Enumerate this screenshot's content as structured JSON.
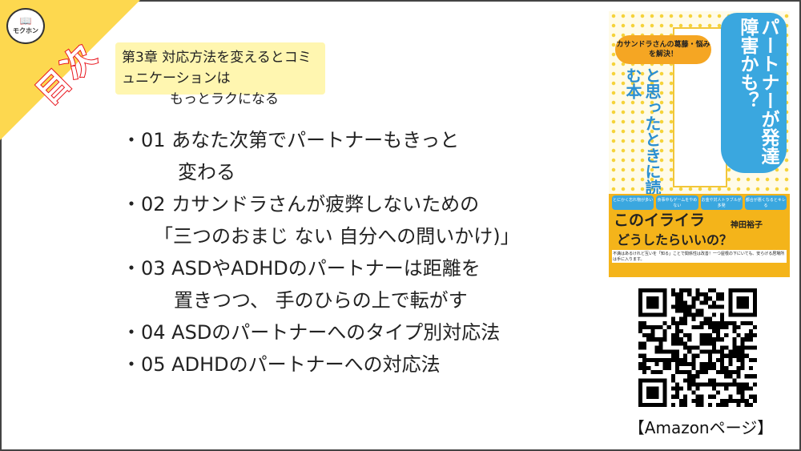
{
  "logo": {
    "icon": "book-icon",
    "text": "モクホン"
  },
  "badge": "目次",
  "chapter": {
    "line1": "第3章 対応方法を変えるとコミュニケーションは",
    "line2": "もっとラクになる"
  },
  "items": [
    {
      "line1": "・01 あなた次第でパートナーもきっと",
      "line2": "変わる"
    },
    {
      "line1": "・02 カサンドラさんが疲弊しないための",
      "line2": "「三つのおまじ ない 自分への問いかけ)」"
    },
    {
      "line1": "・03 ASDやADHDのパートナーは距離を",
      "line2": "置きつつ、 手のひらの上で転がす"
    },
    {
      "line1": "・04 ASDのパートナーへのタイプ別対応法",
      "line2": null
    },
    {
      "line1": "・05 ADHDのパートナーへの対応法",
      "line2": null
    }
  ],
  "cover": {
    "main_title": "パートナーが発達障害かも？",
    "bubble": "カサンドラさんの葛藤・悩みを解決！",
    "subtitle": "と思ったときに読む本",
    "tags": [
      "とにかく忘れ物が多い",
      "食事中もゲームをやめない",
      "お金や対人トラブルが多発",
      "都合が悪くなるとキレる"
    ],
    "catch1": "このイライラ",
    "catch2": "どうしたらいいの？",
    "author": "神田裕子",
    "footer": "不満はあるけれど互いを「知る」ことで関係性は改善！一つ屋根の下にいても、安らげる居場所は手に入ります。"
  },
  "qr_label": "【Amazonページ】",
  "colors": {
    "yellow": "#fdd84f",
    "heading_bg": "#fff6b0",
    "red": "#e8141c"
  }
}
